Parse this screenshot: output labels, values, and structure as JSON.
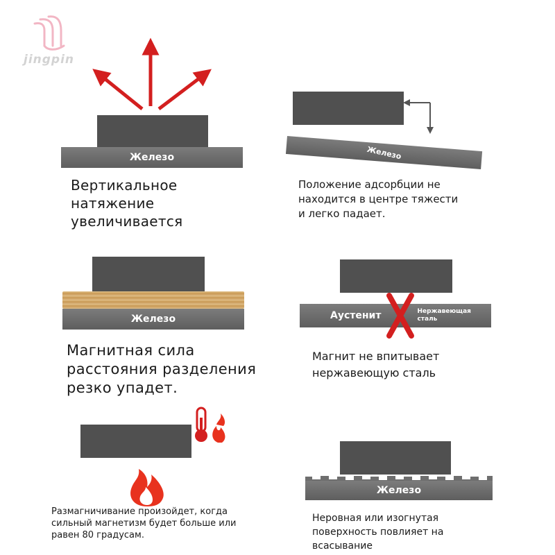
{
  "brand": {
    "name": "jingpin",
    "colors": {
      "logo_pink": "#f2b6c4",
      "logo_text": "#cfcfcf"
    }
  },
  "colors": {
    "block": "#505050",
    "plate": "#6e6e6e",
    "arrow_red": "#d31f1f",
    "wood": "#d2a96a"
  },
  "panels": [
    {
      "plate_label": "Железо",
      "caption": [
        "Вертикальное",
        "натяжение",
        "увеличивается"
      ],
      "icon": "up-arrows-icon"
    },
    {
      "plate_label": "Железо",
      "caption": [
        "Положение адсорбции не",
        "находится в центре тяжести",
        "и легко падает."
      ],
      "icon": "offset-arrow-icon"
    },
    {
      "plate_label": "Железо",
      "caption": [
        "Магнитная сила",
        "расстояния разделения",
        "резко упадет."
      ],
      "icon": "wood-layer-icon"
    },
    {
      "plate_label_left": "Аустенит",
      "plate_label_right": [
        "Нержавеющая",
        "сталь"
      ],
      "caption": [
        "Магнит не впитывает",
        "нержавеющую сталь"
      ],
      "icon": "red-x-icon"
    },
    {
      "caption": [
        "Размагничивание произойдет, когда",
        "сильный магнетизм будет больше или",
        "равен 80 градусам."
      ],
      "icon": "thermometer-fire-icon"
    },
    {
      "plate_label": "Железо",
      "caption": [
        "Неровная или изогнутая",
        "поверхность повлияет на",
        "всасывание"
      ],
      "icon": "uneven-surface-icon"
    }
  ]
}
